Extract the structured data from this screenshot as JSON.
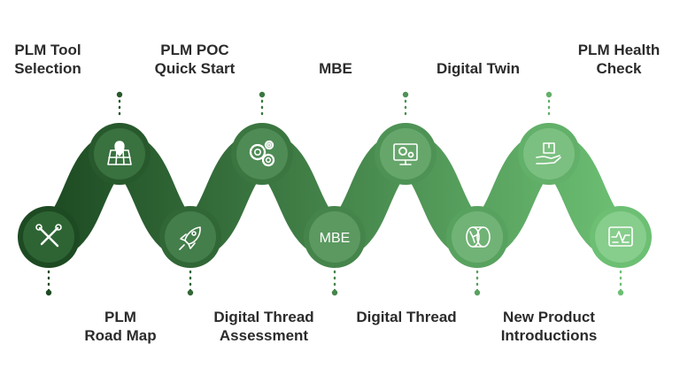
{
  "colors": {
    "dark": "#1d4a22",
    "light": "#6cbf73",
    "dot_top": "#1f4d26",
    "dot_bottom": "#3a7d44",
    "text": "#2b2b2b"
  },
  "top_labels": [
    "PLM Tool\nSelection",
    "PLM POC\nQuick Start",
    "MBE",
    "Digital Twin",
    "PLM Health\nCheck"
  ],
  "bottom_labels": [
    "PLM\nRoad Map",
    "Digital Thread\nAssessment",
    "Digital Thread",
    "New Product\nIntroductions"
  ],
  "nodes": [
    {
      "icon": "tools-icon"
    },
    {
      "icon": "map-pin-icon"
    },
    {
      "icon": "rocket-icon"
    },
    {
      "icon": "gears-icon"
    },
    {
      "icon": "mbe-badge",
      "text": "MBE"
    },
    {
      "icon": "monitor-gear-icon"
    },
    {
      "icon": "turbine-icon"
    },
    {
      "icon": "hand-box-icon"
    },
    {
      "icon": "health-monitor-icon"
    }
  ]
}
